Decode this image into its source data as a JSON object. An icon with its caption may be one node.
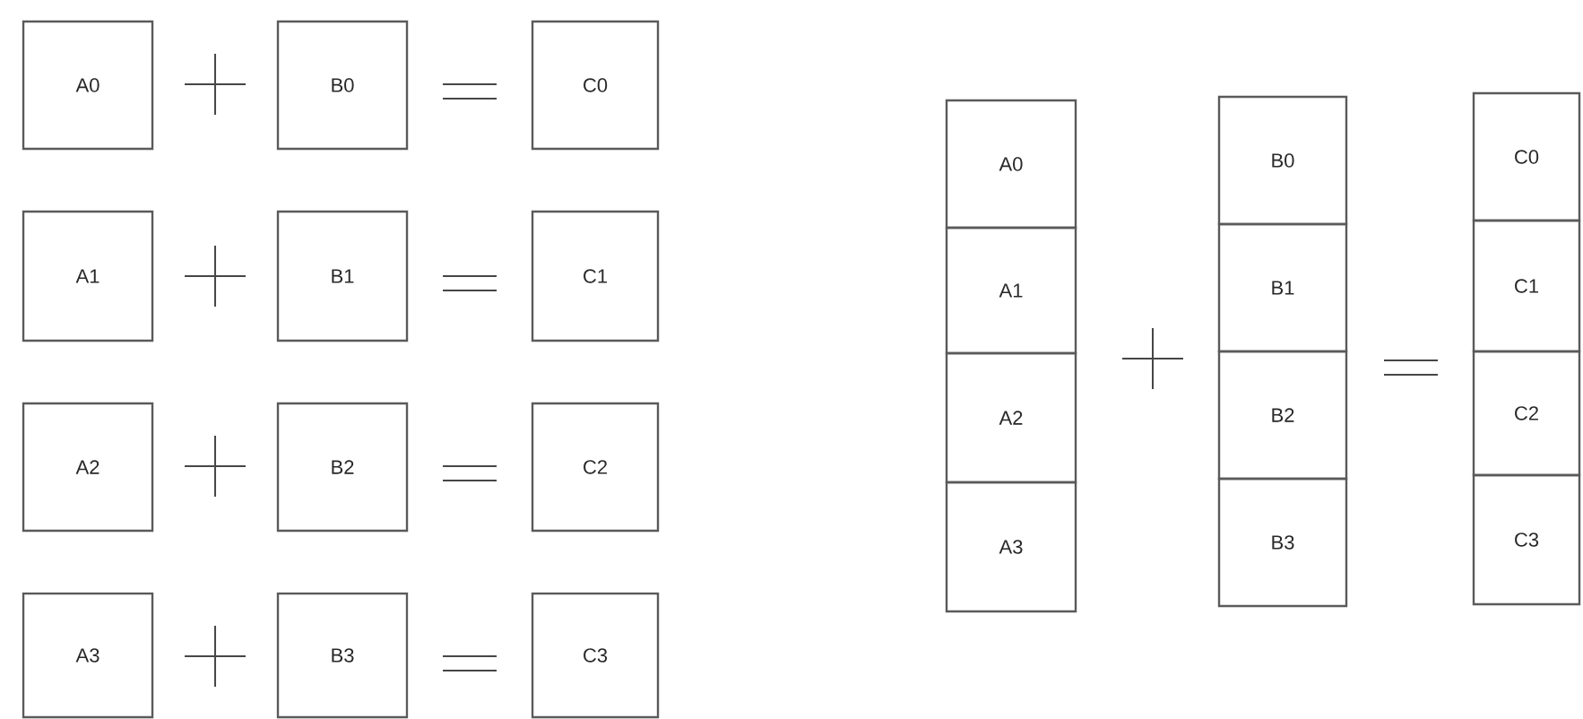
{
  "diagram": {
    "nodes": [
      {
        "text": [
          "A0"
        ]
      },
      {
        "text": [
          "B0"
        ]
      },
      {
        "text": [
          "C0"
        ]
      },
      {
        "text": [
          "A1"
        ]
      },
      {
        "text": [
          "B1"
        ]
      },
      {
        "text": [
          "C1"
        ]
      },
      {
        "text": [
          "A2"
        ]
      },
      {
        "text": [
          "B2"
        ]
      },
      {
        "text": [
          "C2"
        ]
      },
      {
        "text": [
          "A3"
        ]
      },
      {
        "text": [
          "B3"
        ]
      },
      {
        "text": [
          "C3"
        ]
      },
      {
        "text": [
          "A0"
        ]
      },
      {
        "text": [
          "B0"
        ]
      },
      {
        "text": [
          "C0"
        ]
      },
      {
        "text": [
          "A1"
        ]
      },
      {
        "text": [
          "B1"
        ]
      },
      {
        "text": [
          "C1"
        ]
      },
      {
        "text": [
          "A2"
        ]
      },
      {
        "text": [
          "B2"
        ]
      },
      {
        "text": [
          "C2"
        ]
      },
      {
        "text": [
          "A3"
        ]
      },
      {
        "text": [
          "B3"
        ]
      },
      {
        "text": [
          "C3"
        ]
      }
    ]
  }
}
